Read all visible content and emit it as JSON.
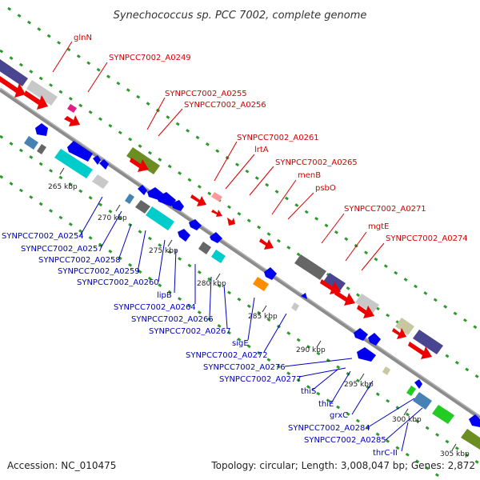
{
  "title": "Synechococcus sp. PCC 7002, complete genome",
  "footer": {
    "accession": "Accession: NC_010475",
    "topology": "Topology: circular; Length: 3,008,047 bp; Genes: 2,872"
  },
  "colors": {
    "forward_label": "#d40000",
    "reverse_label": "#0000c0",
    "backbone": "#8c8c8c",
    "dots": "#2e9a2e"
  },
  "ticks": [
    "265 kbp",
    "270 kbp",
    "275 kbp",
    "280 kbp",
    "285 kbp",
    "290 kbp",
    "295 kbp",
    "300 kbp",
    "305 kbp"
  ],
  "forward_labels": [
    "glnN",
    "SYNPCC7002_A0249",
    "SYNPCC7002_A0255",
    "SYNPCC7002_A0256",
    "SYNPCC7002_A0261",
    "lrtA",
    "SYNPCC7002_A0265",
    "menB",
    "psbO",
    "SYNPCC7002_A0271",
    "mgtE",
    "SYNPCC7002_A0274"
  ],
  "reverse_labels": [
    "SYNPCC7002_A0254",
    "SYNPCC7002_A0257",
    "SYNPCC7002_A0258",
    "SYNPCC7002_A0259",
    "SYNPCC7002_A0260",
    "lipB",
    "SYNPCC7002_A0264",
    "SYNPCC7002_A0266",
    "SYNPCC7002_A0267",
    "sigE",
    "SYNPCC7002_A0272",
    "SYNPCC7002_A0276",
    "SYNPCC7002_A0277",
    "thiS",
    "thiE",
    "grxC",
    "SYNPCC7002_A0284",
    "SYNPCC7002_A0285",
    "thrC-II"
  ]
}
